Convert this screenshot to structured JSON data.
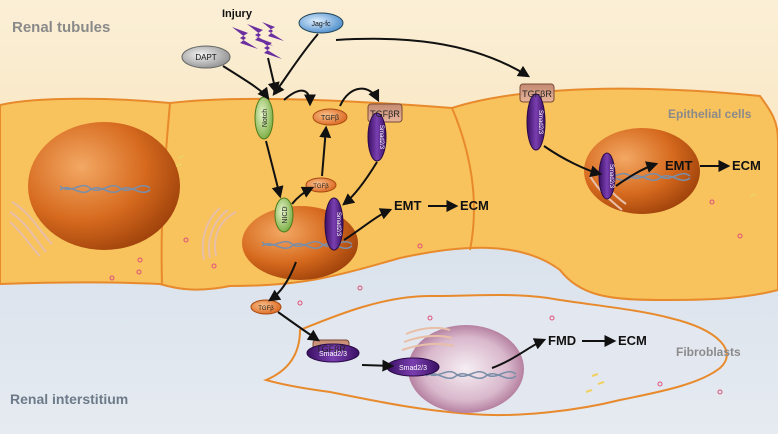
{
  "regions": {
    "tubules": "Renal tubules",
    "epithelial": "Epithelial cells",
    "fibroblasts": "Fibroblasts",
    "interstitium": "Renal interstitium"
  },
  "stimuli": {
    "injury": "Injury",
    "jagfc": "Jag-fc",
    "dapt": "DAPT"
  },
  "molecules": {
    "notch": "Notch",
    "tgfb": "TGFβ",
    "tgfbr": "TGFβR",
    "smad": "Smad2/3",
    "nicd": "NICD"
  },
  "outcomes": {
    "emt": "EMT",
    "ecm": "ECM",
    "fmd": "FMD"
  },
  "colors": {
    "cell": "#f7c460",
    "nucleus": "#d86a1c",
    "smad": "#5a1e8c",
    "tgfb": "#e57a2c",
    "notch": "#8bbd4a",
    "fibro_nucleus": "#c89ab8"
  }
}
